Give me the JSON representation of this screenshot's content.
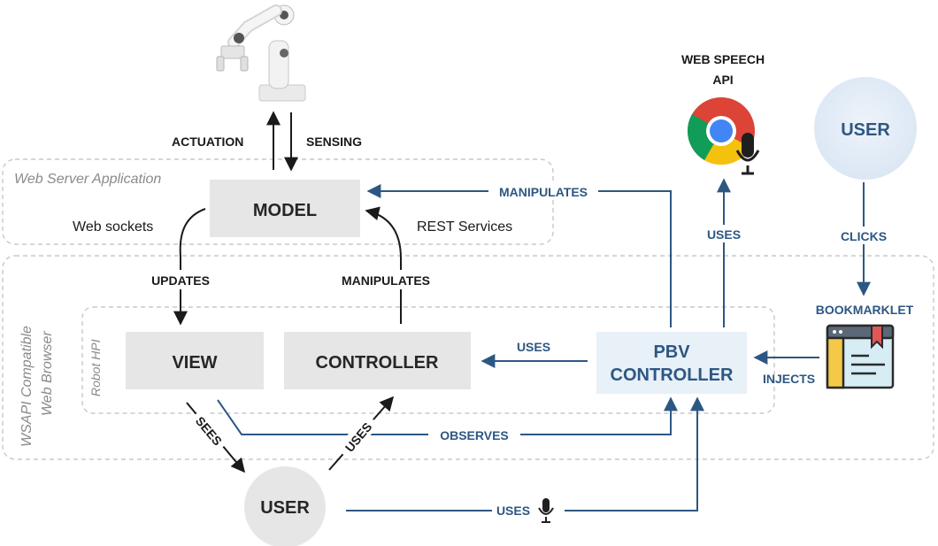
{
  "regions": {
    "web_server": "Web Server Application",
    "browser_line1": "WSAPI Compatible",
    "browser_line2": "Web Browser",
    "robot_hpi": "Robot HPI"
  },
  "boxes": {
    "model": "MODEL",
    "view": "VIEW",
    "controller": "CONTROLLER",
    "pbv_line1": "PBV",
    "pbv_line2": "CONTROLLER",
    "user_bottom": "USER",
    "user_right": "USER"
  },
  "labels": {
    "actuation": "ACTUATION",
    "sensing": "SENSING",
    "web_sockets": "Web sockets",
    "rest_services": "REST Services",
    "updates": "UPDATES",
    "manipulates_mid": "MANIPULATES",
    "manipulates_top": "MANIPULATES",
    "uses_pbv_controller": "USES",
    "uses_speech": "USES",
    "sees": "SEES",
    "uses_user_controller": "USES",
    "observes": "OBSERVES",
    "uses_voice": "USES",
    "clicks": "CLICKS",
    "injects": "INJECTS",
    "bookmarklet": "BOOKMARKLET",
    "speech_api_line1": "WEB SPEECH",
    "speech_api_line2": "API"
  },
  "icons": {
    "robot": "robot-arm-icon",
    "chrome": "chrome-browser-icon",
    "microphone": "microphone-icon",
    "bookmarklet": "bookmarklet-icon"
  },
  "colors": {
    "blue": "#2d5783",
    "box_gray": "#e6e6e6",
    "pbv_fill": "#e8f0f8",
    "user_right_fill": "#e3edf7"
  }
}
